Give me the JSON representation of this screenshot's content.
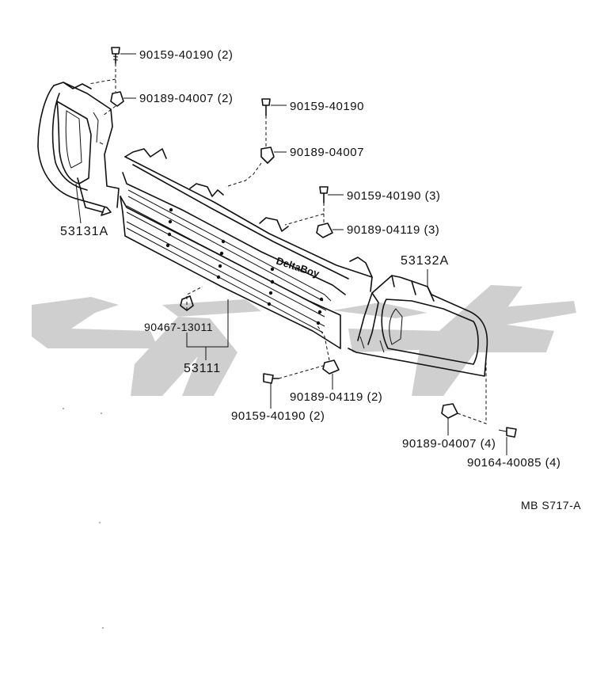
{
  "diagram": {
    "reference_code": "MB S717-A",
    "brand_badge": "DeltaBoy",
    "assemblies": [
      {
        "id": "grille",
        "part_no": "53111"
      },
      {
        "id": "left_bracket",
        "part_no": "53131A"
      },
      {
        "id": "right_bezel",
        "part_no": "53132A"
      }
    ],
    "callouts": [
      {
        "id": "c1",
        "text": "90159-40190 (2)"
      },
      {
        "id": "c2",
        "text": "90189-04007 (2)"
      },
      {
        "id": "c3",
        "text": "90159-40190"
      },
      {
        "id": "c4",
        "text": "90189-04007"
      },
      {
        "id": "c5",
        "text": "90159-40190 (3)"
      },
      {
        "id": "c6",
        "text": "90189-04119 (3)"
      },
      {
        "id": "c7",
        "text": "90467-13011"
      },
      {
        "id": "c8",
        "text": "90189-04119 (2)"
      },
      {
        "id": "c9",
        "text": "90159-40190 (2)"
      },
      {
        "id": "c10",
        "text": "90189-04007 (4)"
      },
      {
        "id": "c11",
        "text": "90164-40085 (4)"
      }
    ],
    "watermark_color": "#cfcfcf",
    "line_color": "#111111"
  }
}
